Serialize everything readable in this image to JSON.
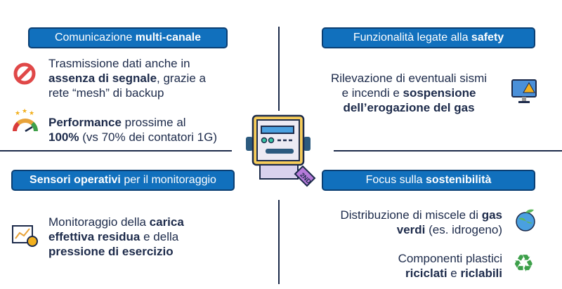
{
  "q1": {
    "title_a": "Comunicazione ",
    "title_b": "multi-canale",
    "item1": {
      "l1": "Trasmissione dati anche in",
      "b": "assenza di segnale",
      "r": ", grazie a",
      "l3": "rete “mesh” di backup"
    },
    "item2": {
      "b1": "Performance",
      "r1": " prossime al",
      "b2": "100%",
      "r2": " (vs 70% dei contatori 1G)"
    }
  },
  "q2": {
    "title_a": "Funzionalità legate alla ",
    "title_b": "safety",
    "l1": "Rilevazione di eventuali sismi",
    "l2a": "e incendi e ",
    "l2b": "sospensione",
    "l3": "dell’erogazione del gas"
  },
  "q3": {
    "title_b": "Sensori operativi",
    "title_a": " per il monitoraggio",
    "l1a": "Monitoraggio della ",
    "l1b": "carica",
    "l2b": "effettiva residua",
    "l2a": " e della",
    "l3": "pressione di esercizio"
  },
  "q4": {
    "title_a": "Focus sulla ",
    "title_b": "sostenibilità",
    "i1": {
      "l1a": "Distribuzione di miscele di ",
      "l1b": "gas",
      "l2b": "verdi",
      "l2a": " (es. idrogeno)"
    },
    "i2": {
      "l1": "Componenti plastici",
      "l2b": "riciclati",
      "l2a": " e ",
      "l2c": "riclabili"
    }
  },
  "meter_tag": "2ND"
}
